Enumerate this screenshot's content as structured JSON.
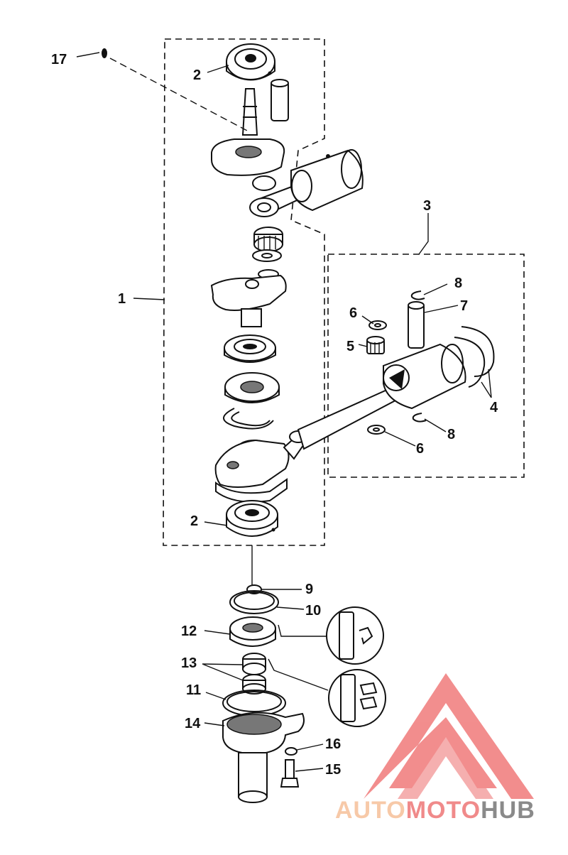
{
  "diagram": {
    "callouts": [
      {
        "key": "c17",
        "text": "17"
      },
      {
        "key": "c2a",
        "text": "2"
      },
      {
        "key": "c1",
        "text": "1"
      },
      {
        "key": "c3",
        "text": "3"
      },
      {
        "key": "c8a",
        "text": "8"
      },
      {
        "key": "c7",
        "text": "7"
      },
      {
        "key": "c6a",
        "text": "6"
      },
      {
        "key": "c5",
        "text": "5"
      },
      {
        "key": "c4",
        "text": "4"
      },
      {
        "key": "c8b",
        "text": "8"
      },
      {
        "key": "c6b",
        "text": "6"
      },
      {
        "key": "c2b",
        "text": "2"
      },
      {
        "key": "c9",
        "text": "9"
      },
      {
        "key": "c10",
        "text": "10"
      },
      {
        "key": "c12",
        "text": "12"
      },
      {
        "key": "c13",
        "text": "13"
      },
      {
        "key": "c11",
        "text": "11"
      },
      {
        "key": "c14",
        "text": "14"
      },
      {
        "key": "c16",
        "text": "16"
      },
      {
        "key": "c15",
        "text": "15"
      }
    ]
  },
  "watermark": {
    "part1": "AUTO",
    "part2": "MOTO",
    "part3": "HUB",
    "color_light": "#f7c9a8",
    "color_mid": "#f08a8a",
    "color_dark": "#8a8a8a",
    "logo_color": "#f07a7a"
  }
}
